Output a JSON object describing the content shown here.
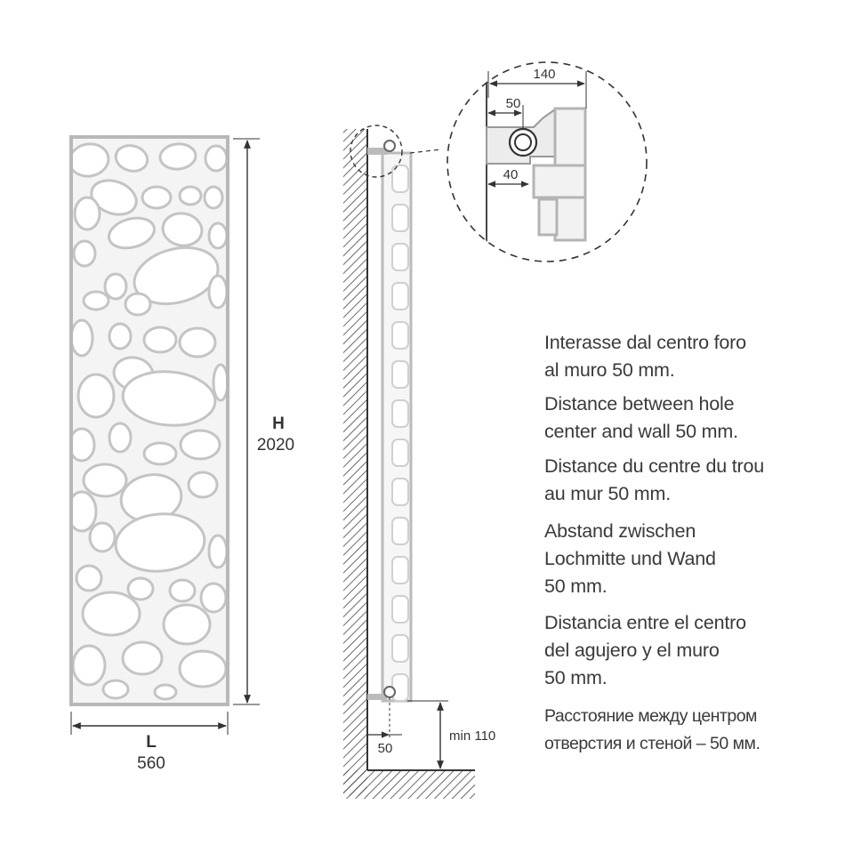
{
  "front_view": {
    "height_symbol": "H",
    "height_value": "2020",
    "length_symbol": "L",
    "length_value": "560"
  },
  "side_view": {
    "bottom_offset": "50",
    "floor_clearance": "min 110"
  },
  "detail": {
    "overall_depth": "140",
    "hole_to_wall": "50",
    "bracket_offset": "40"
  },
  "notes": [
    {
      "lang": "it",
      "lines": [
        "Interasse dal centro foro",
        "al muro 50 mm."
      ]
    },
    {
      "lang": "en",
      "lines": [
        "Distance between hole",
        "center and wall 50 mm."
      ]
    },
    {
      "lang": "fr",
      "lines": [
        "Distance du centre du trou",
        "au mur 50 mm."
      ]
    },
    {
      "lang": "de",
      "lines": [
        "Abstand zwischen",
        "Lochmitte und Wand",
        "50 mm."
      ]
    },
    {
      "lang": "es",
      "lines": [
        "Distancia entre el centro",
        "del agujero y el muro",
        "50 mm."
      ]
    },
    {
      "lang": "ru",
      "lines": [
        "Расстояние между центром",
        "отверстия и стеной – 50 мм."
      ]
    }
  ]
}
